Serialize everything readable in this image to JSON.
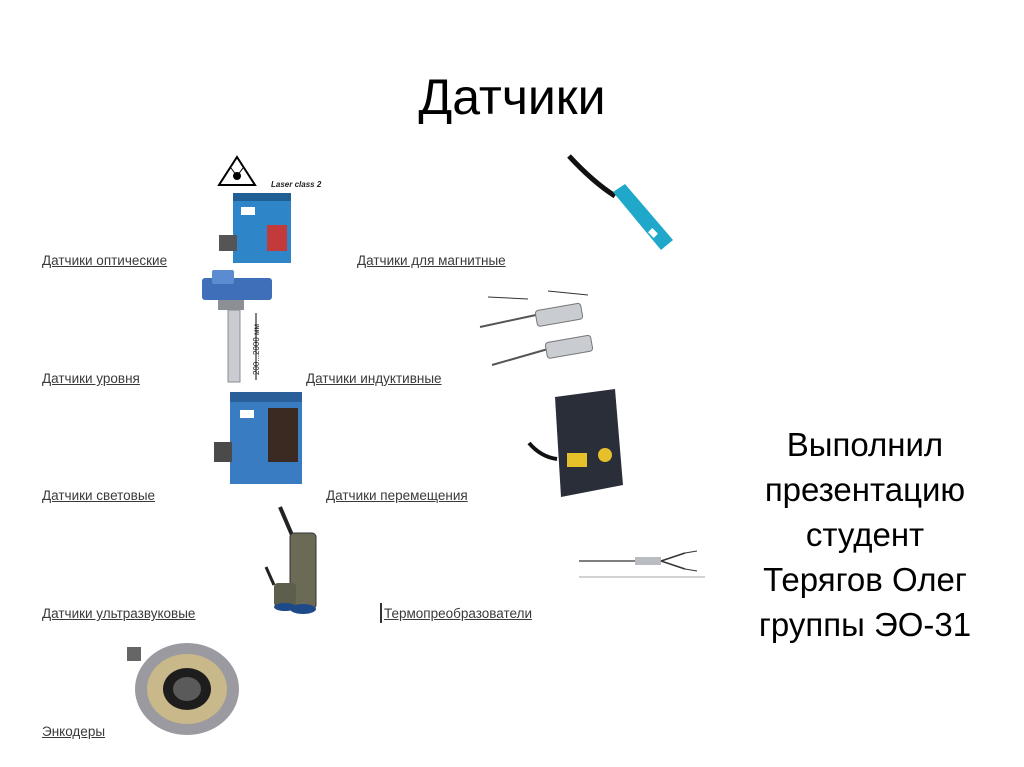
{
  "slide": {
    "title": "Датчики",
    "author_lines": [
      "Выполнил",
      "презентацию",
      "студент",
      "Терягов Олег",
      "группы ЭО-31"
    ]
  },
  "sensor_links": [
    "Датчики оптические",
    "Датчики для магнитные",
    "Датчики уровня",
    "Датчики индуктивные",
    "Датчики световые",
    "Датчики перемещения",
    "Датчики ультразвуковые",
    "Термопреобразователи",
    "Энкодеры"
  ],
  "image_labels": {
    "laser_class": "Laser class 2",
    "level_range": "200...2000 мм"
  },
  "colors": {
    "sensor_blue": "#2e86c8",
    "sensor_teal": "#1fa8c9",
    "housing_dark": "#2a2e38",
    "metal": "#b8bcc2",
    "link_text": "#3a3a3a"
  }
}
